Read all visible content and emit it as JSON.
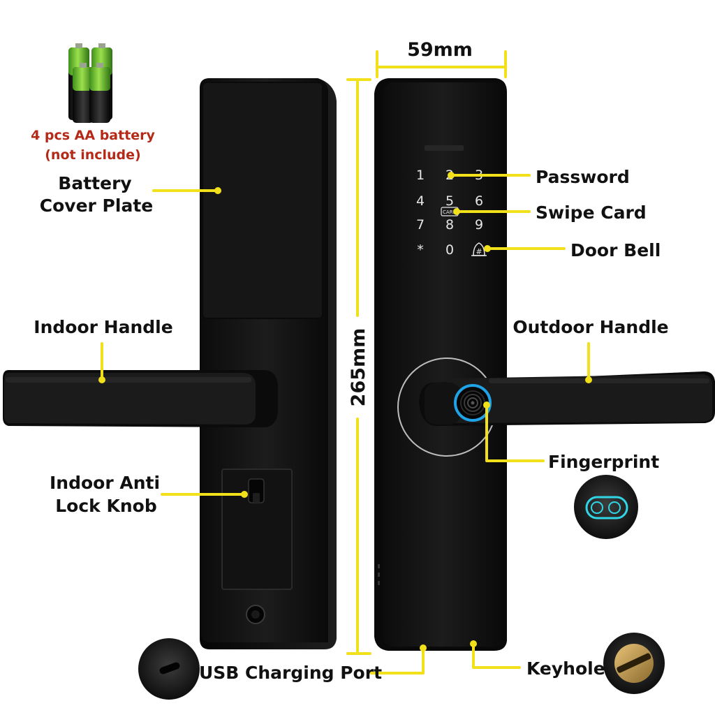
{
  "battery": {
    "caption_line1": "4 pcs AA battery",
    "caption_line2": "(not include)"
  },
  "dimensions": {
    "width": "59mm",
    "height": "265mm"
  },
  "labels": {
    "battery_cover_line1": "Battery",
    "battery_cover_line2": "Cover Plate",
    "indoor_handle": "Indoor Handle",
    "indoor_anti_line1": "Indoor Anti",
    "indoor_anti_line2": "Lock Knob",
    "usb_port": "USB Charging Port",
    "password": "Password",
    "swipe_card": "Swipe Card",
    "door_bell": "Door Bell",
    "outdoor_handle": "Outdoor Handle",
    "fingerprint": "Fingerprint",
    "keyhole": "Keyhole"
  },
  "keypad": {
    "keys": [
      "1",
      "2",
      "3",
      "4",
      "5",
      "6",
      "7",
      "8",
      "9",
      "*",
      "0",
      "#"
    ],
    "card_marker": "CARD"
  },
  "colors": {
    "accent": "#f2e01b",
    "body": "#141414",
    "note_red": "#b52a17",
    "fingerprint_ring": "#1fa3e6"
  }
}
